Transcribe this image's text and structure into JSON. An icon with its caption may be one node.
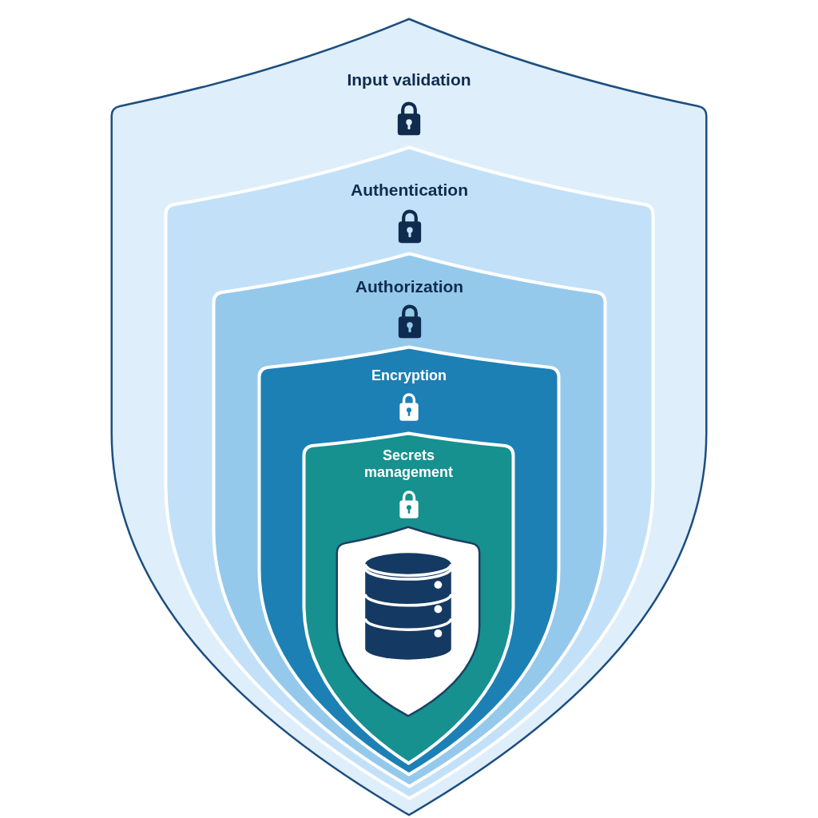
{
  "diagram": {
    "nodes": [
      {
        "text": [
          "Input validation"
        ]
      },
      {
        "text": [
          "Authentication"
        ],
        "in": 0
      },
      {
        "text": [
          "Authorization"
        ],
        "in": 1
      },
      {
        "text": [
          "Encryption"
        ],
        "in": 2
      },
      {
        "text": [
          "Secrets management"
        ],
        "in": 3
      },
      {
        "text": [],
        "shape": "shield",
        "in": 4
      }
    ]
  }
}
